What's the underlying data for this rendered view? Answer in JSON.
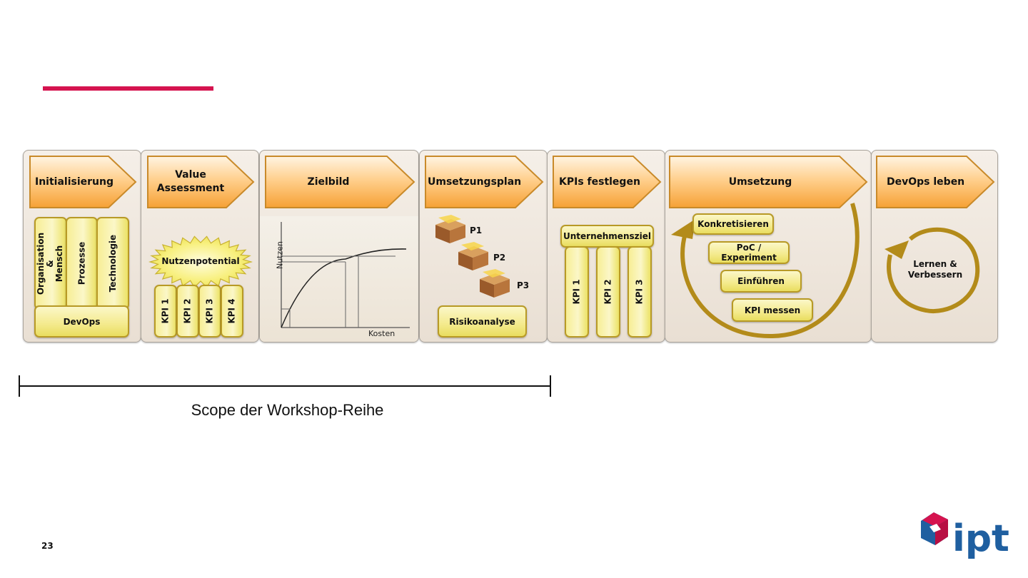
{
  "stages": [
    {
      "title": "Initialisierung"
    },
    {
      "title_line1": "Value",
      "title_line2": "Assessment"
    },
    {
      "title": "Zielbild"
    },
    {
      "title": "Umsetzungsplan"
    },
    {
      "title": "KPIs festlegen"
    },
    {
      "title": "Umsetzung"
    },
    {
      "title": "DevOps leben"
    }
  ],
  "initialisierung": {
    "columns": [
      "Prozesse",
      "Technologie"
    ],
    "column_org_line1": "Organisation &",
    "column_org_line2": "Mensch",
    "base": "DevOps"
  },
  "value_assessment": {
    "burst": "Nutzenpotential",
    "kpis": [
      "KPI 1",
      "KPI 2",
      "KPI 3",
      "KPI 4"
    ]
  },
  "zielbild": {
    "y_axis_label": "Nutzen",
    "x_axis_label": "Kosten"
  },
  "umsetzungsplan": {
    "packages": [
      "P1",
      "P2",
      "P3"
    ],
    "risk_box": "Risikoanalyse"
  },
  "kpis_festlegen": {
    "goal": "Unternehmensziel",
    "kpis": [
      "KPI 1",
      "KPI 2",
      "KPI 3"
    ]
  },
  "umsetzung": {
    "steps": [
      "Konkretisieren",
      "Einführen",
      "KPI messen"
    ],
    "poc_line1": "PoC /",
    "poc_line2": "Experiment"
  },
  "devops_leben": {
    "cycle_line1": "Lernen &",
    "cycle_line2": "Verbessern"
  },
  "scope": {
    "label": "Scope der Workshop-Reihe"
  },
  "page_number": "23",
  "logo_text": "ipt",
  "colors": {
    "accent": "#d5134f",
    "logo_blue": "#1f5fa0",
    "logo_red": "#d5134f",
    "arrow_orange": "#f6a83b",
    "box_yellow": "#f4ea8c",
    "cycle_gold": "#b38b1a"
  }
}
